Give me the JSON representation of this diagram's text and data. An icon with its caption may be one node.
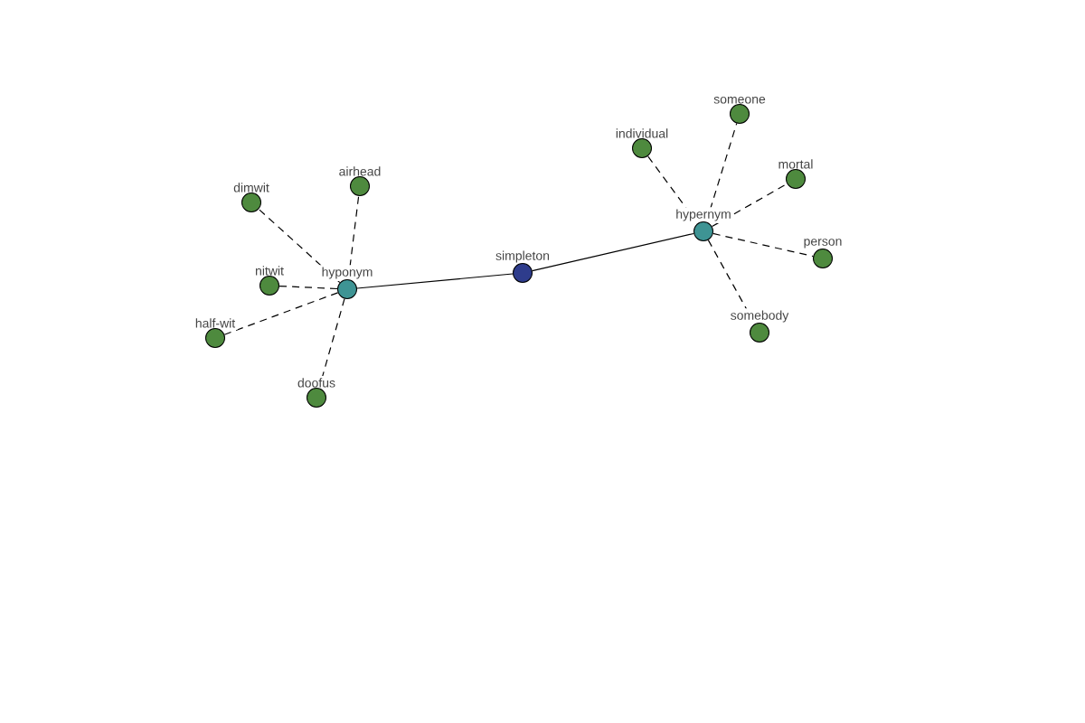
{
  "diagram": {
    "nodes": [
      {
        "text": [
          "simpleton"
        ]
      },
      {
        "text": [
          "hyponym"
        ]
      },
      {
        "text": [
          "hypernym"
        ]
      },
      {
        "text": [
          "dimwit"
        ]
      },
      {
        "text": [
          "airhead"
        ]
      },
      {
        "text": [
          "nitwit"
        ]
      },
      {
        "text": [
          "half-wit"
        ]
      },
      {
        "text": [
          "doofus"
        ]
      },
      {
        "text": [
          "individual"
        ]
      },
      {
        "text": [
          "someone"
        ]
      },
      {
        "text": [
          "mortal"
        ]
      },
      {
        "text": [
          "person"
        ]
      },
      {
        "text": [
          "somebody"
        ]
      }
    ],
    "edges": [
      {
        "from": 1,
        "to": 0,
        "arrow": "none"
      },
      {
        "from": 0,
        "to": 2,
        "arrow": "none"
      },
      {
        "from": 1,
        "to": 3,
        "arrow": "none",
        "style": "dashed"
      },
      {
        "from": 1,
        "to": 4,
        "arrow": "none",
        "style": "dashed"
      },
      {
        "from": 1,
        "to": 5,
        "arrow": "none",
        "style": "dashed"
      },
      {
        "from": 1,
        "to": 6,
        "arrow": "none",
        "style": "dashed"
      },
      {
        "from": 1,
        "to": 7,
        "arrow": "none",
        "style": "dashed"
      },
      {
        "from": 2,
        "to": 8,
        "arrow": "none",
        "style": "dashed"
      },
      {
        "from": 2,
        "to": 9,
        "arrow": "none",
        "style": "dashed"
      },
      {
        "from": 2,
        "to": 10,
        "arrow": "none",
        "style": "dashed"
      },
      {
        "from": 2,
        "to": 11,
        "arrow": "none",
        "style": "dashed"
      },
      {
        "from": 2,
        "to": 12,
        "arrow": "none",
        "style": "dashed"
      }
    ]
  }
}
